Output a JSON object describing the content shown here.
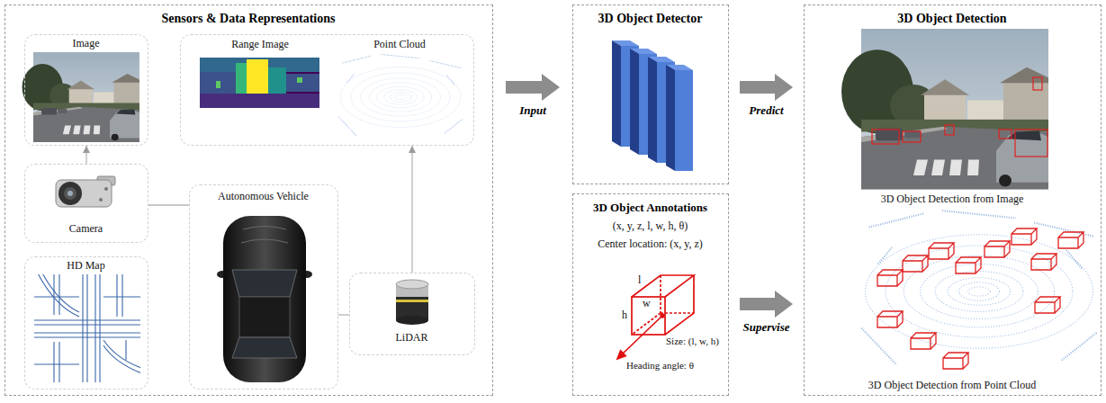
{
  "diagram": {
    "nodes": [
      {
        "text": [
          "Sensors & Data Representations"
        ]
      },
      {
        "text": [
          "Image"
        ],
        "in": 0
      },
      {
        "text": [
          "Range Image",
          "Point Cloud"
        ],
        "in": 0
      },
      {
        "text": [
          "Camera"
        ],
        "in": 0
      },
      {
        "text": [
          "Autonomous Vehicle"
        ],
        "in": 0
      },
      {
        "text": [
          "HD Map"
        ],
        "in": 0
      },
      {
        "text": [
          "LiDAR"
        ],
        "in": 0
      },
      {
        "text": [
          "3D Object Detector"
        ]
      },
      {
        "text": [
          "3D Object Annotations",
          "(x, y, z, l, w, h, θ)",
          "Center location: (x, y, z)",
          "Size: (l, w, h)",
          "Heading angle: θ"
        ]
      },
      {
        "text": [
          "3D Object Detection",
          "3D Object Detection from Image",
          "3D Object Detection from Point Cloud"
        ]
      }
    ],
    "edges": [
      {
        "from": 3,
        "to": 1,
        "arrow": "to"
      },
      {
        "from": 3,
        "to": 4,
        "arrow": "none"
      },
      {
        "from": 6,
        "to": 2,
        "arrow": "to"
      },
      {
        "from": 6,
        "to": 4,
        "arrow": "none"
      },
      {
        "from": 0,
        "to": 7,
        "label": "Input",
        "arrow": "to"
      },
      {
        "from": 7,
        "to": 9,
        "label": "Predict",
        "arrow": "to"
      },
      {
        "from": 8,
        "to": 9,
        "label": "Supervise",
        "arrow": "to"
      }
    ],
    "labels": [
      "l",
      "w",
      "h"
    ]
  }
}
